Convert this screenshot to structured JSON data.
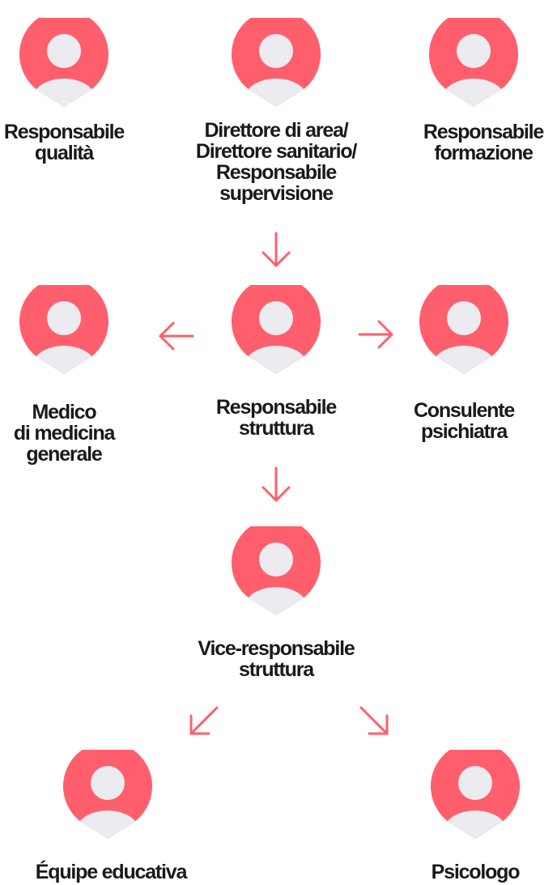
{
  "colors": {
    "accent": "#ff5f6d",
    "person": "#ebebf0",
    "text": "#1a1a1a"
  },
  "icons": {
    "node": "person-icon",
    "connector": "arrow-icon"
  },
  "nodes": [
    {
      "id": "quality",
      "lines": [
        "Responsabile",
        "qualità"
      ]
    },
    {
      "id": "area-director",
      "lines": [
        "Direttore di area/",
        "Direttore sanitario/",
        "Responsabile",
        "supervisione"
      ]
    },
    {
      "id": "training",
      "lines": [
        "Responsabile",
        "formazione"
      ]
    },
    {
      "id": "gp",
      "lines": [
        "Medico",
        "di medicina",
        "generale"
      ]
    },
    {
      "id": "structure-manager",
      "lines": [
        "Responsabile",
        "struttura"
      ]
    },
    {
      "id": "psychiatrist",
      "lines": [
        "Consulente",
        "psichiatra"
      ]
    },
    {
      "id": "vice-manager",
      "lines": [
        "Vice-responsabile",
        "struttura"
      ]
    },
    {
      "id": "educators",
      "lines": [
        "Équipe educativa"
      ]
    },
    {
      "id": "psychologist",
      "lines": [
        "Psicologo"
      ]
    }
  ],
  "arrows": [
    {
      "from": "area-director",
      "to": "structure-manager",
      "direction": "down"
    },
    {
      "from": "structure-manager",
      "to": "gp",
      "direction": "left"
    },
    {
      "from": "structure-manager",
      "to": "psychiatrist",
      "direction": "right"
    },
    {
      "from": "structure-manager",
      "to": "vice-manager",
      "direction": "down"
    },
    {
      "from": "vice-manager",
      "to": "educators",
      "direction": "down-left"
    },
    {
      "from": "vice-manager",
      "to": "psychologist",
      "direction": "down-right"
    }
  ]
}
